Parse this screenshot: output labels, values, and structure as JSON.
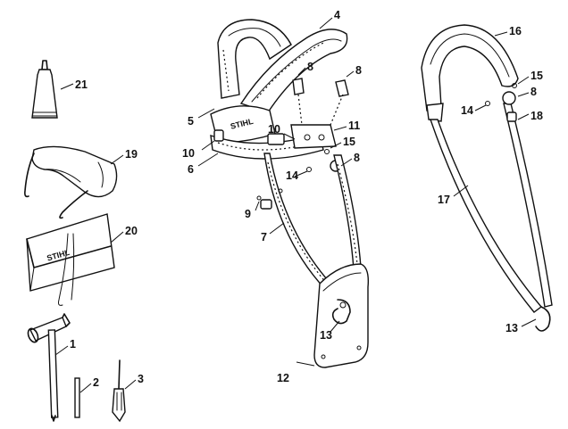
{
  "brand": "STIHL",
  "parts": [
    {
      "id": "p1",
      "label": "1"
    },
    {
      "id": "p2",
      "label": "2"
    },
    {
      "id": "p3",
      "label": "3"
    },
    {
      "id": "p4",
      "label": "4"
    },
    {
      "id": "p5",
      "label": "5"
    },
    {
      "id": "p6",
      "label": "6"
    },
    {
      "id": "p7",
      "label": "7"
    },
    {
      "id": "p8a",
      "label": "8"
    },
    {
      "id": "p8b",
      "label": "8"
    },
    {
      "id": "p8c",
      "label": "8"
    },
    {
      "id": "p8d",
      "label": "8"
    },
    {
      "id": "p9",
      "label": "9"
    },
    {
      "id": "p10a",
      "label": "10"
    },
    {
      "id": "p10b",
      "label": "10"
    },
    {
      "id": "p11",
      "label": "11"
    },
    {
      "id": "p12",
      "label": "12"
    },
    {
      "id": "p13a",
      "label": "13"
    },
    {
      "id": "p13b",
      "label": "13"
    },
    {
      "id": "p14a",
      "label": "14"
    },
    {
      "id": "p14b",
      "label": "14"
    },
    {
      "id": "p15a",
      "label": "15"
    },
    {
      "id": "p15b",
      "label": "15"
    },
    {
      "id": "p16",
      "label": "16"
    },
    {
      "id": "p17",
      "label": "17"
    },
    {
      "id": "p18",
      "label": "18"
    },
    {
      "id": "p19",
      "label": "19"
    },
    {
      "id": "p20",
      "label": "20"
    },
    {
      "id": "p21",
      "label": "21"
    }
  ]
}
